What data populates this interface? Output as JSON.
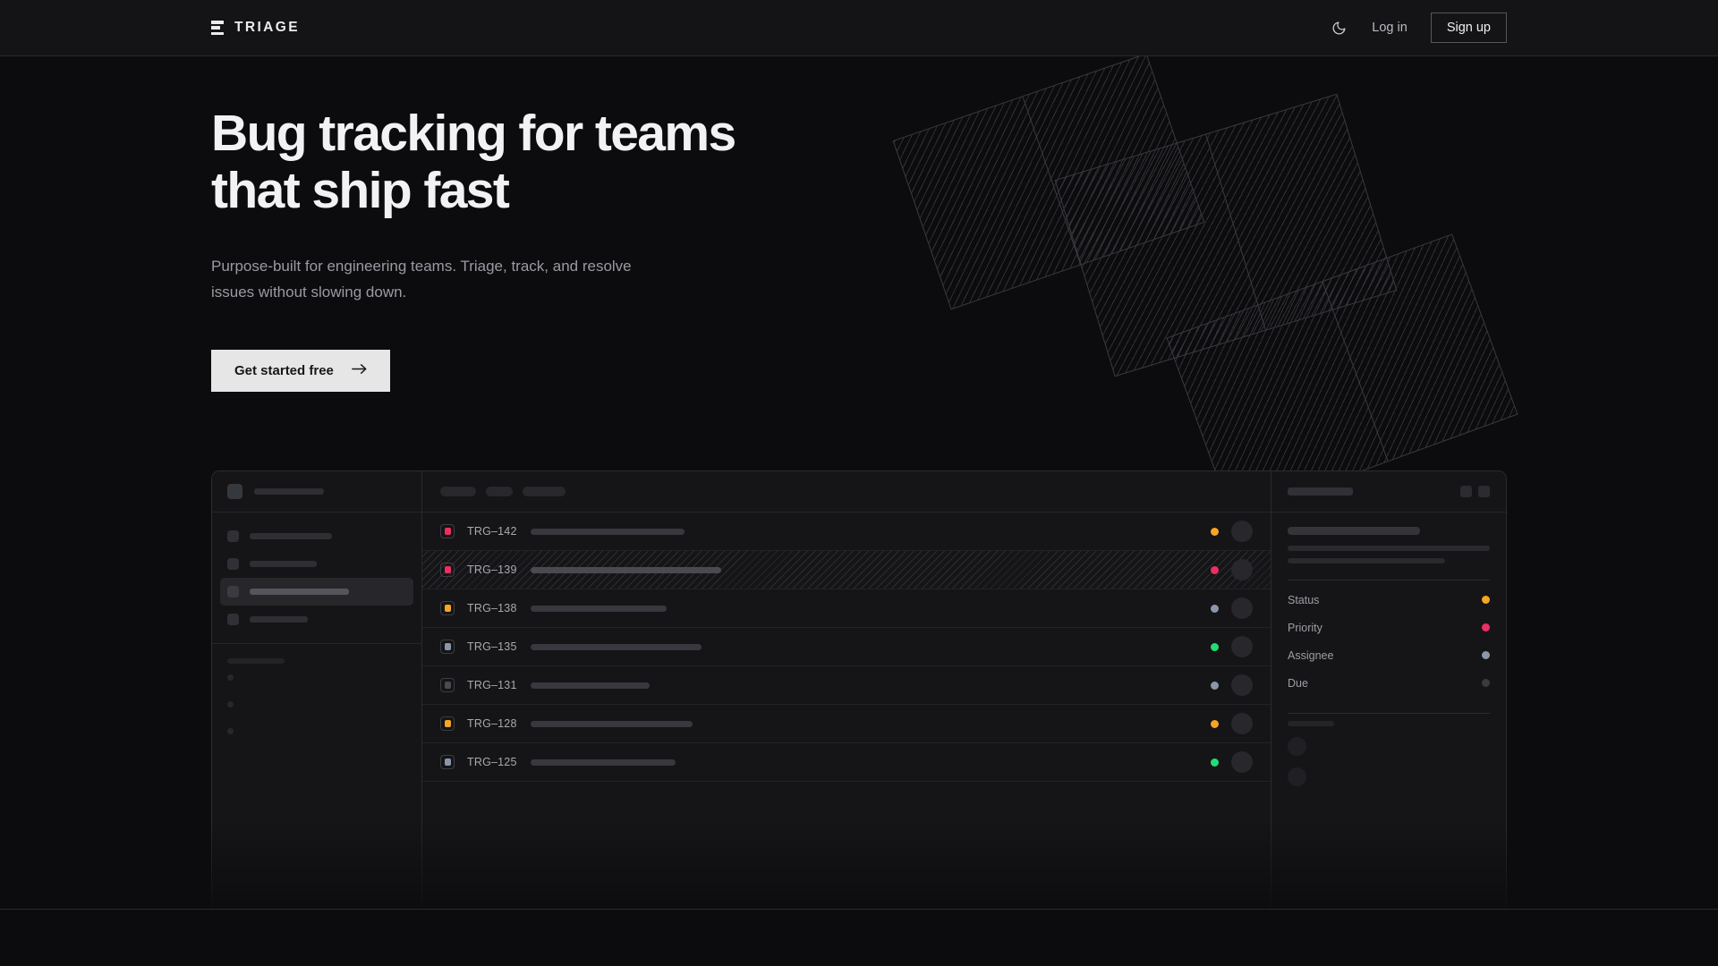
{
  "nav": {
    "brand": "TRIAGE",
    "brand_mark_icon": "stacked-bars-icon",
    "theme_toggle_icon": "moon-icon",
    "login_label": "Log in",
    "signup_label": "Sign up"
  },
  "hero": {
    "headline_line1": "Bug tracking for teams",
    "headline_line2": "that ship fast",
    "subtext": "Purpose-built for engineering teams. Triage, track, and resolve issues without slowing down.",
    "cta_label": "Get started free",
    "cta_icon": "arrow-right-icon"
  },
  "colors": {
    "page_bg": "#0c0c0e",
    "nav_bg": "#141416",
    "panel_bg": "#151517",
    "border": "#2a2a2f",
    "text_primary": "#f2f2f4",
    "text_muted": "#9a9aa2",
    "cta_bg": "#e6e6e6",
    "status_orange": "#f5a623",
    "status_pink": "#ec2f63",
    "status_green": "#22dd77",
    "status_slate": "#8b96ab",
    "status_dim": "#3a3a41"
  },
  "app_mockup": {
    "sidebar": {
      "workspace_skeleton_width": 78,
      "nav_items": [
        {
          "label_width": 92,
          "active": false
        },
        {
          "label_width": 75,
          "active": false
        },
        {
          "label_width": 111,
          "active": true
        },
        {
          "label_width": 65,
          "active": false
        }
      ],
      "section_label_width": 64,
      "sub_items": 3
    },
    "list": {
      "filters": [
        {
          "width": 40
        },
        {
          "width": 30
        },
        {
          "width": 48
        }
      ],
      "rows": [
        {
          "id": "TRG–142",
          "priority_color": "#ec2f63",
          "title_width": 172,
          "status_color": "#f5a623",
          "highlighted": false
        },
        {
          "id": "TRG–139",
          "priority_color": "#ec2f63",
          "title_width": 213,
          "status_color": "#ec2f63",
          "highlighted": true
        },
        {
          "id": "TRG–138",
          "priority_color": "#f5a623",
          "title_width": 152,
          "status_color": "#8b96ab",
          "highlighted": false
        },
        {
          "id": "TRG–135",
          "priority_color": "#8b96ab",
          "title_width": 191,
          "status_color": "#22dd77",
          "highlighted": false
        },
        {
          "id": "TRG–131",
          "priority_color": "#4a4a51",
          "title_width": 133,
          "status_color": "#8b96ab",
          "highlighted": false
        },
        {
          "id": "TRG–128",
          "priority_color": "#f5a623",
          "title_width": 181,
          "status_color": "#f5a623",
          "highlighted": false
        },
        {
          "id": "TRG–125",
          "priority_color": "#8b96ab",
          "title_width": 162,
          "status_color": "#22dd77",
          "highlighted": false
        }
      ]
    },
    "detail": {
      "header_skeleton_width": 73,
      "action_buttons": 2,
      "meta": [
        {
          "label": "Status",
          "value_color": "#f5a623"
        },
        {
          "label": "Priority",
          "value_color": "#ec2f63"
        },
        {
          "label": "Assignee",
          "value_color": "#8b96ab"
        },
        {
          "label": "Due",
          "value_color": "#3a3a41"
        }
      ],
      "footer_label_width": 52,
      "footer_avatars": 2
    }
  }
}
